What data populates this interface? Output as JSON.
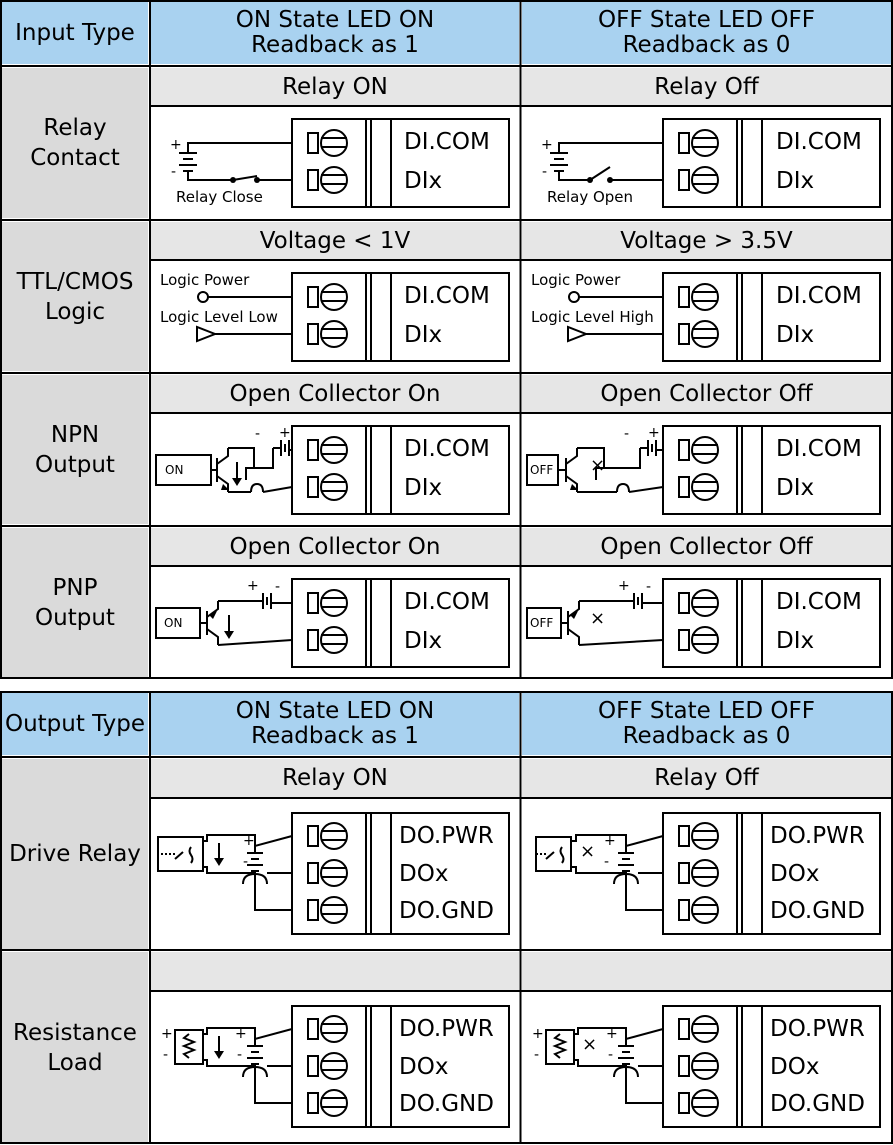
{
  "input_table": {
    "header": {
      "type_label": "Input Type",
      "on_state": "ON State LED ON\nReadback as 1",
      "off_state": "OFF State LED OFF\nReadback as 0"
    },
    "rows": [
      {
        "label": "Relay\nContact",
        "on_caption": "Relay ON",
        "off_caption": "Relay Off",
        "on_note": "Relay Close",
        "off_note": "Relay Open"
      },
      {
        "label": "TTL/CMOS\nLogic",
        "on_caption": "Voltage < 1V",
        "off_caption": "Voltage > 3.5V",
        "on_power": "Logic Power",
        "off_power": "Logic Power",
        "on_level": "Logic Level Low",
        "off_level": "Logic Level High"
      },
      {
        "label": "NPN\nOutput",
        "on_caption": "Open Collector On",
        "off_caption": "Open Collector Off",
        "on_box": "ON",
        "off_box": "OFF"
      },
      {
        "label": "PNP\nOutput",
        "on_caption": "Open Collector On",
        "off_caption": "Open Collector Off",
        "on_box": "ON",
        "off_box": "OFF"
      }
    ],
    "terminals": [
      "DI.COM",
      "DIx"
    ]
  },
  "output_table": {
    "header": {
      "type_label": "Output Type",
      "on_state": "ON State LED ON\nReadback as 1",
      "off_state": "OFF State LED OFF\nReadback as 0"
    },
    "rows": [
      {
        "label": "Drive Relay",
        "on_caption": "Relay ON",
        "off_caption": "Relay Off"
      },
      {
        "label": "Resistance\nLoad",
        "on_caption": "",
        "off_caption": ""
      }
    ],
    "terminals": [
      "DO.PWR",
      "DOx",
      "DO.GND"
    ]
  },
  "symbols": {
    "plus": "+",
    "minus": "-",
    "cross": "×"
  }
}
